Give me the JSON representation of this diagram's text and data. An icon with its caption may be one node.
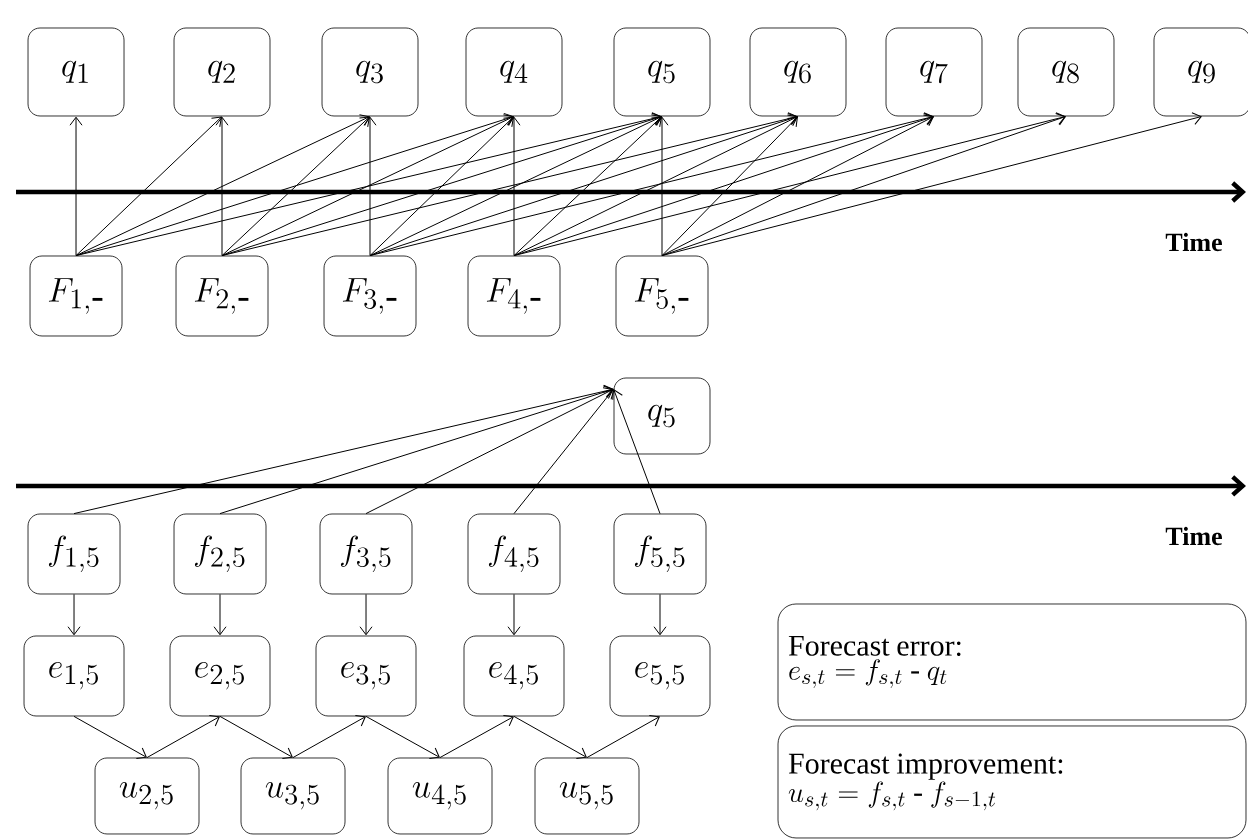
{
  "diagram": {
    "nodes": [
      {
        "text": [
          "q_{1}"
        ]
      },
      {
        "text": [
          "q_{2}"
        ]
      },
      {
        "text": [
          "q_{3}"
        ]
      },
      {
        "text": [
          "q_{4}"
        ]
      },
      {
        "text": [
          "q_{5}"
        ]
      },
      {
        "text": [
          "q_{6}"
        ]
      },
      {
        "text": [
          "q_{7}"
        ]
      },
      {
        "text": [
          "q_{8}"
        ]
      },
      {
        "text": [
          "q_{9}"
        ]
      },
      {
        "text": [
          "F_{1,\\mbox{-}}"
        ]
      },
      {
        "text": [
          "F_{2,\\mbox{-}}"
        ]
      },
      {
        "text": [
          "F_{3,\\mbox{-}}"
        ]
      },
      {
        "text": [
          "F_{4,\\mbox{-}}"
        ]
      },
      {
        "text": [
          "F_{5,\\mbox{-}}"
        ]
      },
      {
        "text": [
          "q_{5}"
        ]
      },
      {
        "text": [
          "f_{1,5}"
        ]
      },
      {
        "text": [
          "f_{2,5}"
        ]
      },
      {
        "text": [
          "f_{3,5}"
        ]
      },
      {
        "text": [
          "f_{4,5}"
        ]
      },
      {
        "text": [
          "f_{5,5}"
        ]
      },
      {
        "text": [
          "e_{1,5}"
        ]
      },
      {
        "text": [
          "e_{2,5}"
        ]
      },
      {
        "text": [
          "e_{3,5}"
        ]
      },
      {
        "text": [
          "e_{4,5}"
        ]
      },
      {
        "text": [
          "e_{5,5}"
        ]
      },
      {
        "text": [
          "u_{2,5}"
        ]
      },
      {
        "text": [
          "u_{3,5}"
        ]
      },
      {
        "text": [
          "u_{4,5}"
        ]
      },
      {
        "text": [
          "u_{5,5}"
        ]
      },
      {
        "text": [
          "Forecast error:",
          "e_{s,t}= f_{s,t} \\mbox{ - } q_{t}"
        ]
      },
      {
        "text": [
          "Forecast improvement:",
          "u_{s,t}= f_{s,t} \\mbox{ - } f_{s-1,t}"
        ]
      }
    ],
    "edges": [
      {
        "from": 9,
        "to": 0,
        "arrow": "to"
      },
      {
        "from": 9,
        "to": 1,
        "arrow": "to"
      },
      {
        "from": 9,
        "to": 2,
        "arrow": "to"
      },
      {
        "from": 9,
        "to": 3,
        "arrow": "to"
      },
      {
        "from": 9,
        "to": 4,
        "arrow": "to"
      },
      {
        "from": 10,
        "to": 1,
        "arrow": "to"
      },
      {
        "from": 10,
        "to": 2,
        "arrow": "to"
      },
      {
        "from": 10,
        "to": 3,
        "arrow": "to"
      },
      {
        "from": 10,
        "to": 4,
        "arrow": "to"
      },
      {
        "from": 10,
        "to": 5,
        "arrow": "to"
      },
      {
        "from": 11,
        "to": 2,
        "arrow": "to"
      },
      {
        "from": 11,
        "to": 3,
        "arrow": "to"
      },
      {
        "from": 11,
        "to": 4,
        "arrow": "to"
      },
      {
        "from": 11,
        "to": 5,
        "arrow": "to"
      },
      {
        "from": 11,
        "to": 6,
        "arrow": "to"
      },
      {
        "from": 12,
        "to": 3,
        "arrow": "to"
      },
      {
        "from": 12,
        "to": 4,
        "arrow": "to"
      },
      {
        "from": 12,
        "to": 5,
        "arrow": "to"
      },
      {
        "from": 12,
        "to": 6,
        "arrow": "to"
      },
      {
        "from": 12,
        "to": 7,
        "arrow": "to"
      },
      {
        "from": 13,
        "to": 4,
        "arrow": "to"
      },
      {
        "from": 13,
        "to": 5,
        "arrow": "to"
      },
      {
        "from": 13,
        "to": 6,
        "arrow": "to"
      },
      {
        "from": 13,
        "to": 7,
        "arrow": "to"
      },
      {
        "from": 13,
        "to": 8,
        "arrow": "to"
      },
      {
        "from": 15,
        "to": 14,
        "arrow": "to"
      },
      {
        "from": 16,
        "to": 14,
        "arrow": "to"
      },
      {
        "from": 17,
        "to": 14,
        "arrow": "to"
      },
      {
        "from": 18,
        "to": 14,
        "arrow": "to"
      },
      {
        "from": 19,
        "to": 14,
        "arrow": "to"
      },
      {
        "from": 15,
        "to": 20,
        "arrow": "to"
      },
      {
        "from": 16,
        "to": 21,
        "arrow": "to"
      },
      {
        "from": 17,
        "to": 22,
        "arrow": "to"
      },
      {
        "from": 18,
        "to": 23,
        "arrow": "to"
      },
      {
        "from": 19,
        "to": 24,
        "arrow": "to"
      },
      {
        "from": 20,
        "to": 25,
        "arrow": "to"
      },
      {
        "from": 25,
        "to": 21,
        "arrow": "to"
      },
      {
        "from": 21,
        "to": 26,
        "arrow": "to"
      },
      {
        "from": 26,
        "to": 22,
        "arrow": "to"
      },
      {
        "from": 22,
        "to": 27,
        "arrow": "to"
      },
      {
        "from": 27,
        "to": 23,
        "arrow": "to"
      },
      {
        "from": 23,
        "to": 28,
        "arrow": "to"
      },
      {
        "from": 28,
        "to": 24,
        "arrow": "to"
      }
    ],
    "labels": [
      "Time",
      "Time"
    ]
  }
}
